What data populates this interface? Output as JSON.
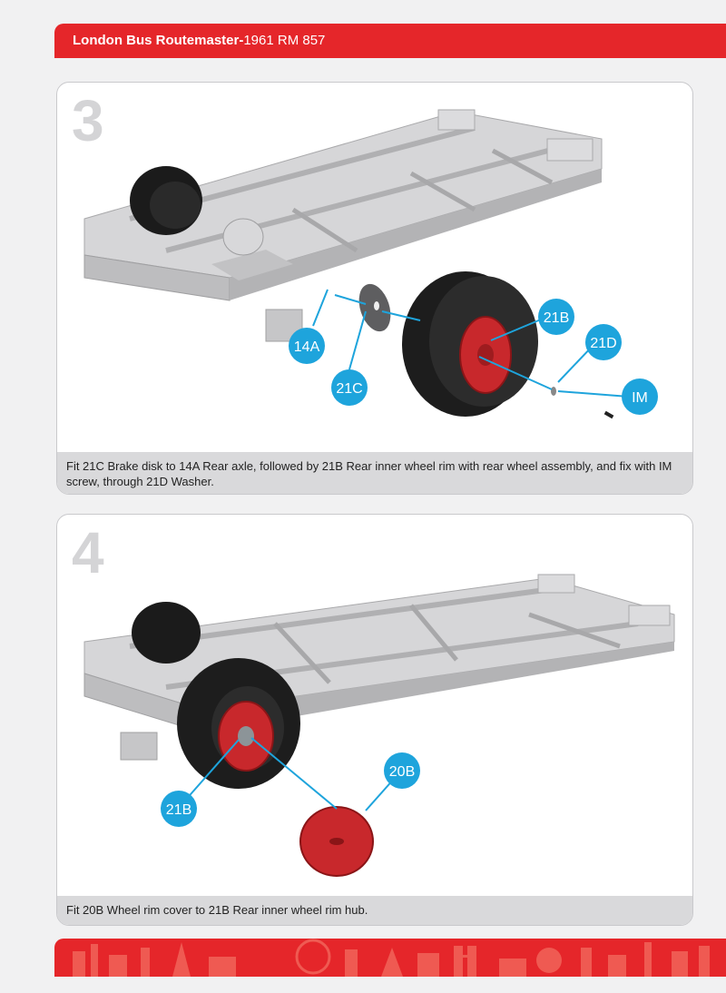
{
  "header": {
    "title_bold": "London Bus Routemaster-",
    "title_rest": "1961 RM 857"
  },
  "steps": [
    {
      "number": "3",
      "caption": "Fit 21C Brake disk to 14A Rear axle, followed by 21B Rear inner wheel rim with rear wheel assembly, and fix with IM screw, through 21D Washer.",
      "callouts": [
        "14A",
        "21C",
        "21B",
        "21D",
        "IM"
      ]
    },
    {
      "number": "4",
      "caption": "Fit 20B Wheel rim cover to 21B Rear inner wheel rim hub.",
      "callouts": [
        "20B",
        "21B"
      ]
    }
  ],
  "colors": {
    "brand_red": "#e5262a",
    "callout_blue": "#1ea4dc",
    "rim_red": "#c8282c",
    "chassis_grey": "#c9c9cb"
  }
}
